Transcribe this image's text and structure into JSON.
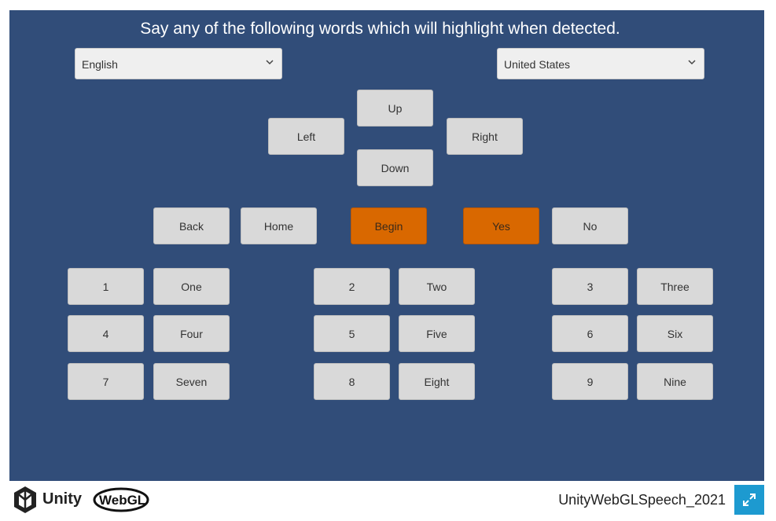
{
  "prompt": "Say any of the following words which will highlight when detected.",
  "language_dropdown": {
    "value": "English"
  },
  "region_dropdown": {
    "value": "United States"
  },
  "direction": {
    "up": "Up",
    "left": "Left",
    "right": "Right",
    "down": "Down"
  },
  "row_controls": {
    "back": "Back",
    "home": "Home",
    "begin": "Begin",
    "yes": "Yes",
    "no": "No"
  },
  "highlighted": [
    "Begin",
    "Yes"
  ],
  "colors": {
    "canvas": "#314d79",
    "button": "#d9d9d9",
    "highlight": "#d96800",
    "fullscreen": "#1d9ad0"
  },
  "numbers": {
    "n1": "1",
    "w1": "One",
    "n2": "2",
    "w2": "Two",
    "n3": "3",
    "w3": "Three",
    "n4": "4",
    "w4": "Four",
    "n5": "5",
    "w5": "Five",
    "n6": "6",
    "w6": "Six",
    "n7": "7",
    "w7": "Seven",
    "n8": "8",
    "w8": "Eight",
    "n9": "9",
    "w9": "Nine"
  },
  "footer": {
    "brand": "Unity",
    "platform": "WebGL",
    "app_name": "UnityWebGLSpeech_2021"
  },
  "icons": {
    "fullscreen": "fullscreen-icon",
    "unity": "unity-logo-icon",
    "chevron": "chevron-down-icon"
  }
}
